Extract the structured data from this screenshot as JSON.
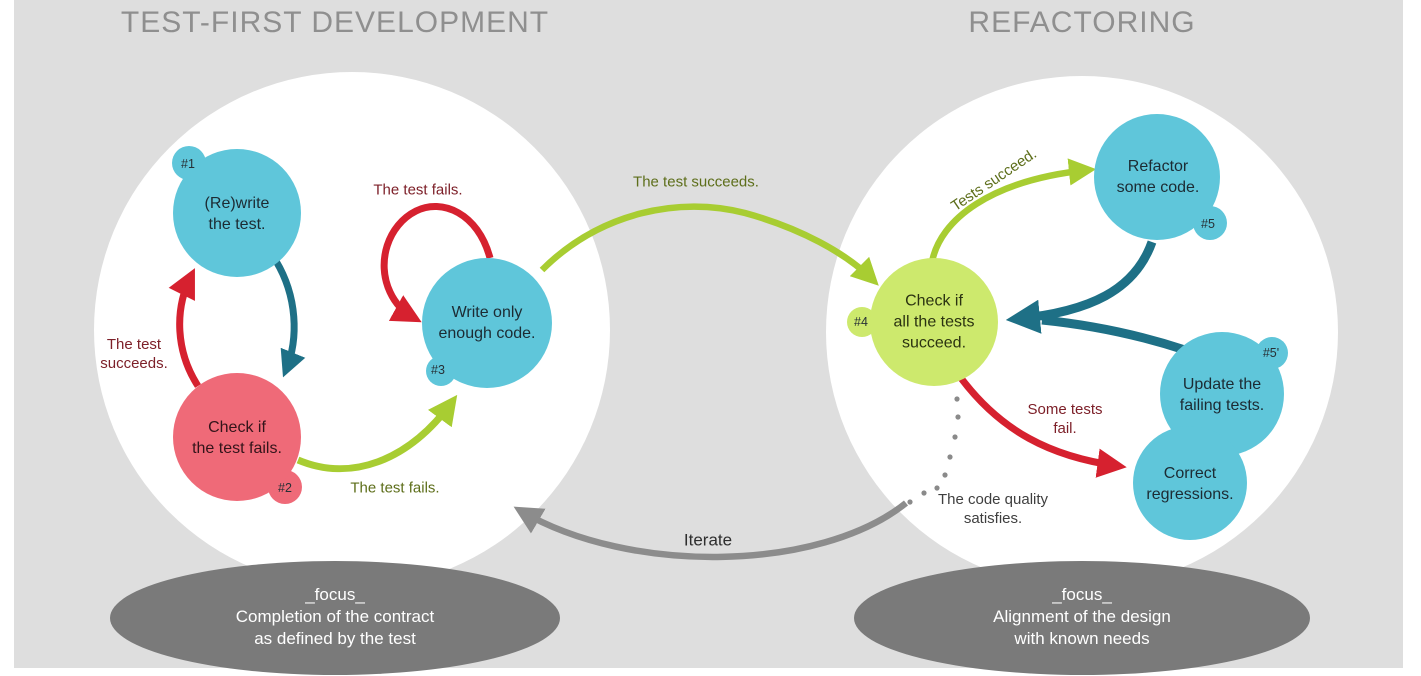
{
  "titles": {
    "left": "TEST-FIRST DEVELOPMENT",
    "right": "REFACTORING"
  },
  "nodes": {
    "rewrite": {
      "line1": "(Re)write",
      "line2": "the test.",
      "badge": "#1"
    },
    "check_fail": {
      "line1": "Check if",
      "line2": "the test fails.",
      "badge": "#2"
    },
    "write_code": {
      "line1": "Write only",
      "line2": "enough code.",
      "badge": "#3"
    },
    "check_succeed": {
      "line1": "Check if",
      "line2": "all the tests",
      "line3": "succeed.",
      "badge": "#4"
    },
    "refactor": {
      "line1": "Refactor",
      "line2": "some code.",
      "badge": "#5"
    },
    "update_tests": {
      "line1": "Update the",
      "line2": "failing tests.",
      "badge": "#5'"
    },
    "correct": {
      "line1": "Correct",
      "line2": "regressions."
    }
  },
  "edge_labels": {
    "test_fails_loop": "The test fails.",
    "test_succeeds_left": {
      "line1": "The test",
      "line2": "succeeds."
    },
    "test_fails_bottom": "The test fails.",
    "test_succeeds_cross": "The test succeeds.",
    "tests_succeed": "Tests succeed.",
    "some_tests_fail": {
      "line1": "Some tests",
      "line2": "fail."
    },
    "code_quality": {
      "line1": "The code quality",
      "line2": "satisfies."
    },
    "iterate": "Iterate"
  },
  "focus_left": {
    "line1": "_focus_",
    "line2": "Completion of the contract",
    "line3": "as defined by the test"
  },
  "focus_right": {
    "line1": "_focus_",
    "line2": "Alignment of the design",
    "line3": "with known needs"
  },
  "colors": {
    "background": "#dedede",
    "white_circle": "#ffffff",
    "node_blue": "#5fc6da",
    "node_red": "#ef6a78",
    "node_green": "#cde96d",
    "arrow_red": "#d6212f",
    "arrow_teal": "#1e7086",
    "arrow_green": "#a8cd32",
    "arrow_gray": "#8c8c8c",
    "focus_ellipse": "#7a7a7a",
    "title_gray": "#8f8f8f",
    "label_darkred": "#7d2029",
    "label_olive": "#5d6e1a"
  }
}
